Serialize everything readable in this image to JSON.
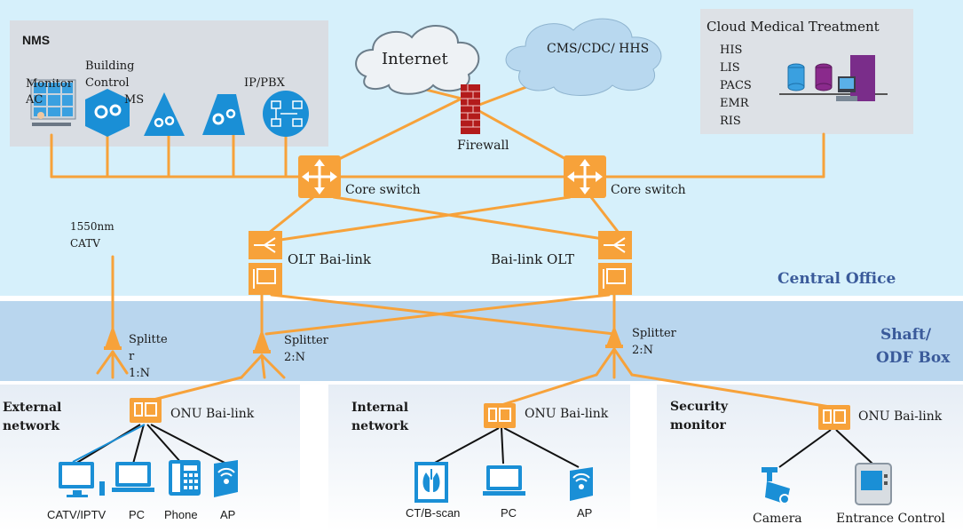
{
  "zones": {
    "central_office": "Central Office",
    "shaft_line1": "Shaft/",
    "shaft_line2": "ODF Box"
  },
  "nms": {
    "title": "NMS",
    "monitor_line1": "Monitor",
    "monitor_line2": "AC",
    "building_line1": "Building",
    "building_line2": "Control",
    "building_line3": "MS",
    "ippbx": "IP/PBX"
  },
  "cloud_internet": "Internet",
  "cloud_cms": "CMS/CDC/ HHS",
  "firewall": "Firewall",
  "cloud_medical": {
    "title": "Cloud Medical Treatment",
    "items": [
      "HIS",
      "LIS",
      "PACS",
      "EMR",
      "RIS"
    ]
  },
  "core_switch_left": "Core switch",
  "core_switch_right": "Core switch",
  "olt_left": "OLT Bai-link",
  "olt_right": "Bai-link OLT",
  "catv_line1": "1550nm",
  "catv_line2": "CATV",
  "splitter1_line1": "Splitte",
  "splitter1_line2": "r",
  "splitter1_line3": "1:N",
  "splitter2_line1": "Splitter",
  "splitter2_line2": "2:N",
  "splitter3_line1": "Splitter",
  "splitter3_line2": "2:N",
  "external": {
    "title_line1": "External",
    "title_line2": "network",
    "onu": "ONU Bai-link",
    "devices": [
      "CATV/IPTV",
      "PC",
      "Phone",
      "AP"
    ]
  },
  "internal": {
    "title_line1": "Internal",
    "title_line2": "network",
    "onu": "ONU Bai-link",
    "devices": [
      "CT/B-scan",
      "PC",
      "AP"
    ]
  },
  "security": {
    "title_line1": "Security",
    "title_line2": "monitor",
    "onu": "ONU Bai-link",
    "devices": [
      "Camera",
      "Entrance Control"
    ]
  },
  "colors": {
    "central_bg": "#d6f0fb",
    "shaft_bg": "#b9d6ee",
    "orange": "#f7a23a",
    "blue_icon": "#1a8fd6",
    "zone_label": "#3a5a9a"
  }
}
